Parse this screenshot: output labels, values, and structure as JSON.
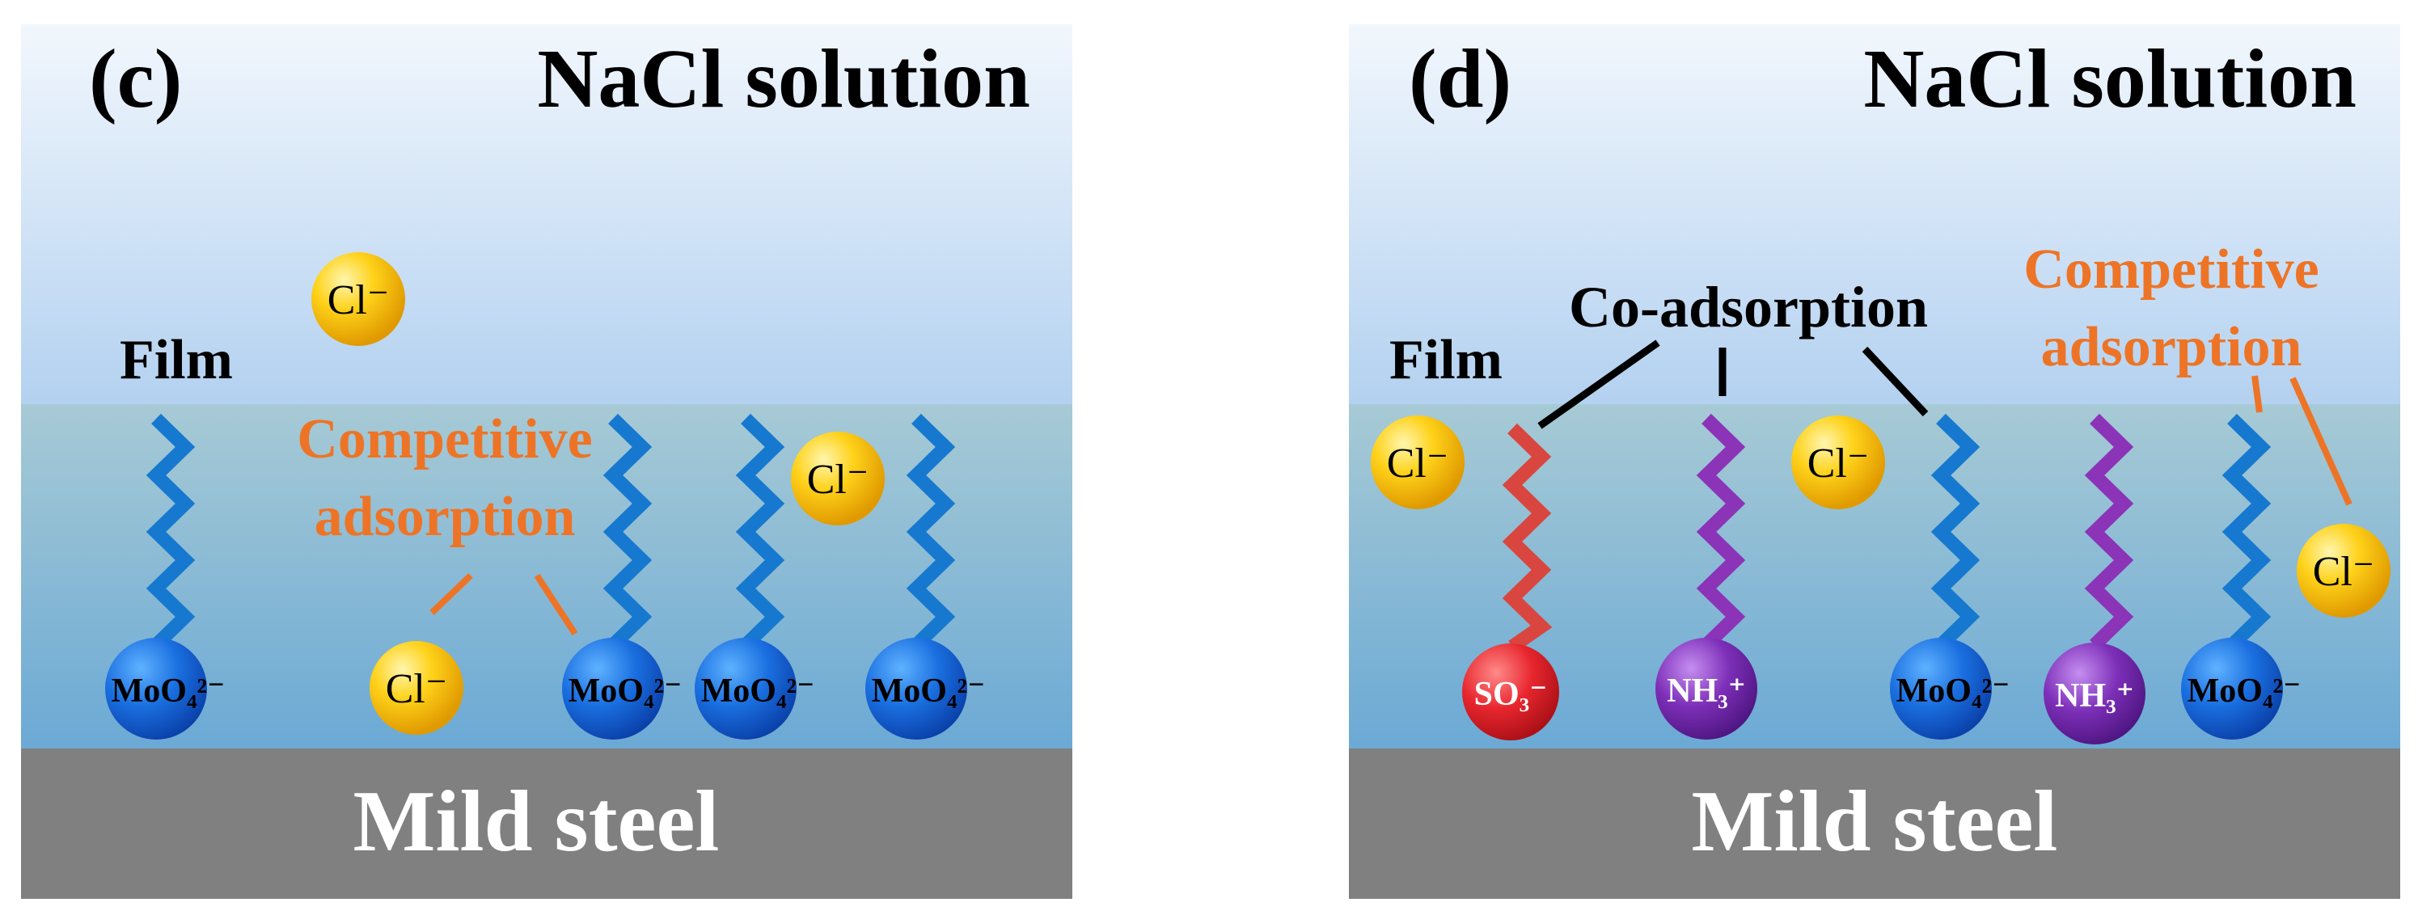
{
  "colors": {
    "sky_top": "#f2f7fd",
    "sky_bottom": "#b3d1f0",
    "film_top": "#a7cad5",
    "film_bottom": "#6ba9d5",
    "steel": "#808080",
    "blue_chain": "#1679cf",
    "purple_chain": "#8b34b8",
    "red_chain": "#d9463f",
    "orange": "#ed7426",
    "black": "#000000",
    "white": "#ffffff"
  },
  "panel_c": {
    "tag": "(c)",
    "solution": "NaCl solution",
    "film": "Film",
    "competitive_1": "Competitive",
    "competitive_2": "adsorption",
    "substrate": "Mild steel",
    "ions": {
      "cl_a": "Cl⁻",
      "cl_b": "Cl⁻",
      "cl_c": "Cl⁻",
      "moo4_a": "MoO₄²⁻",
      "moo4_b": "MoO₄²⁻",
      "moo4_c": "MoO₄²⁻",
      "moo4_d": "MoO₄²⁻"
    }
  },
  "panel_d": {
    "tag": "(d)",
    "solution": "NaCl solution",
    "film": "Film",
    "coadsorption": "Co-adsorption",
    "competitive_1": "Competitive",
    "competitive_2": "adsorption",
    "substrate": "Mild steel",
    "ions": {
      "cl_a": "Cl⁻",
      "cl_b": "Cl⁻",
      "cl_c": "Cl⁻",
      "so3": "SO₃⁻",
      "nh3_a": "NH₃⁺",
      "nh3_b": "NH₃⁺",
      "moo4_a": "MoO₄²⁻",
      "moo4_b": "MoO₄²⁻"
    }
  }
}
